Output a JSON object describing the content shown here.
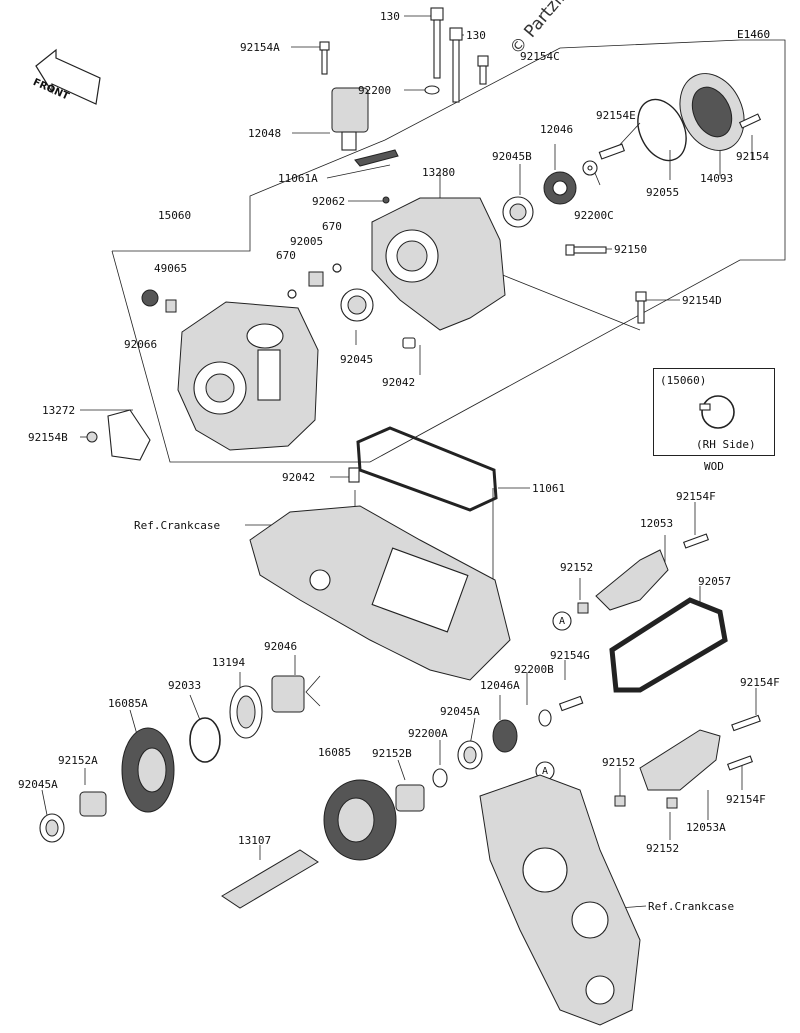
{
  "diagram_code": "E1460",
  "front_label": "FRONT",
  "watermark": "© Partzilla.com",
  "inset": {
    "ref": "(15060)",
    "side": "(RH Side)",
    "caption": "WOD"
  },
  "labels": {
    "p130a": "130",
    "p130b": "130",
    "p92154A": "92154A",
    "p92154C": "92154C",
    "p92200": "92200",
    "p12048": "12048",
    "p92154E": "92154E",
    "p12046": "12046",
    "p92045B": "92045B",
    "p92154": "92154",
    "p14093": "14093",
    "p92055": "92055",
    "p92200C": "92200C",
    "p11061A": "11061A",
    "p13280": "13280",
    "p92062": "92062",
    "p15060": "15060",
    "p670a": "670",
    "p670b": "670",
    "p92005": "92005",
    "p92150": "92150",
    "p49065": "49065",
    "p92154D": "92154D",
    "p92066": "92066",
    "p92045": "92045",
    "p92042a": "92042",
    "p13272": "13272",
    "p92154B": "92154B",
    "p92042b": "92042",
    "p11061": "11061",
    "p92154F1": "92154F",
    "ref_crankcase1": "Ref.Crankcase",
    "p12053": "12053",
    "p92152a": "92152",
    "p92057": "92057",
    "p92046": "92046",
    "p13194": "13194",
    "p92033": "92033",
    "p92154G": "92154G",
    "p92200B": "92200B",
    "p12046A": "12046A",
    "p16085A": "16085A",
    "p92045A1": "92045A",
    "p92200A": "92200A",
    "p92154F2": "92154F",
    "p92152A": "92152A",
    "p16085": "16085",
    "p92152B": "92152B",
    "p92152b": "92152",
    "p92154F3": "92154F",
    "p92045A2": "92045A",
    "p92152c": "92152",
    "p12053A": "12053A",
    "p13107": "13107",
    "ref_crankcase2": "Ref.Crankcase",
    "callout_a1": "A",
    "callout_a2": "A"
  }
}
